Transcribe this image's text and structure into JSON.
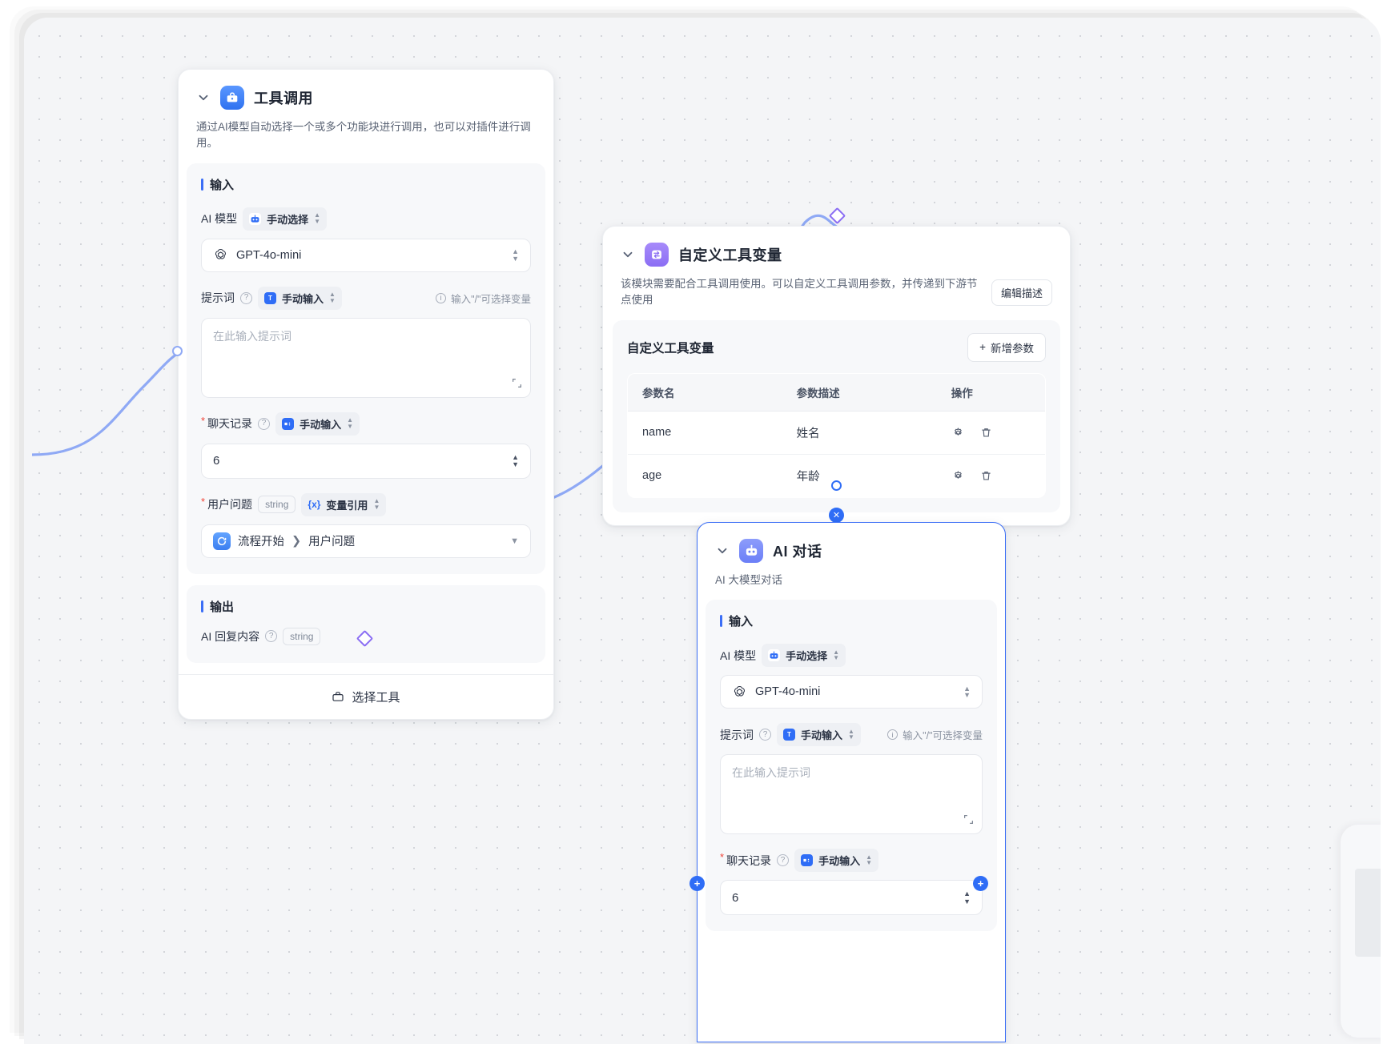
{
  "canvas": {
    "grid": true,
    "bg": "#f4f5f7",
    "dot_color": "#d3d5da"
  },
  "accent": {
    "blue": "#2f6df6",
    "purple": "#8b6ef4",
    "edge": "#8fa9f5",
    "required": "#f04438"
  },
  "nodes": [
    {
      "id": "tool-call",
      "title": "工具调用",
      "desc": "通过AI模型自动选择一个或多个功能块进行调用，也可以对插件进行调用。",
      "input_section": "输入",
      "output_section": "输出",
      "fields": {
        "model_label": "AI 模型",
        "model_mode": "手动选择",
        "model_value": "GPT-4o-mini",
        "prompt_label": "提示词",
        "prompt_mode": "手动输入",
        "prompt_hint": "输入\"/\"可选择变量",
        "prompt_placeholder": "在此输入提示词",
        "history_label": "聊天记录",
        "history_mode": "手动输入",
        "history_value": "6",
        "question_label": "用户问题",
        "question_type": "string",
        "question_mode": "变量引用",
        "question_ref_node": "流程开始",
        "question_ref_field": "用户问题",
        "output_label": "AI 回复内容",
        "output_type": "string"
      },
      "footer_button": "选择工具"
    },
    {
      "id": "custom-tool-var",
      "title": "自定义工具变量",
      "desc": "该模块需要配合工具调用使用。可以自定义工具调用参数，并传递到下游节点使用",
      "edit_desc_button": "编辑描述",
      "panel_title": "自定义工具变量",
      "add_param_button": "新增参数",
      "table": {
        "columns": [
          "参数名",
          "参数描述",
          "操作"
        ],
        "rows": [
          {
            "name": "name",
            "desc": "姓名",
            "actions": [
              "settings-icon",
              "trash-icon"
            ]
          },
          {
            "name": "age",
            "desc": "年龄",
            "actions": [
              "settings-icon",
              "trash-icon"
            ]
          }
        ]
      }
    },
    {
      "id": "ai-chat",
      "title": "AI 对话",
      "desc": "AI 大模型对话",
      "input_section": "输入",
      "fields": {
        "model_label": "AI 模型",
        "model_mode": "手动选择",
        "model_value": "GPT-4o-mini",
        "prompt_label": "提示词",
        "prompt_mode": "手动输入",
        "prompt_hint": "输入\"/\"可选择变量",
        "prompt_placeholder": "在此输入提示词",
        "history_label": "聊天记录",
        "history_mode": "手动输入",
        "history_value": "6"
      }
    }
  ]
}
